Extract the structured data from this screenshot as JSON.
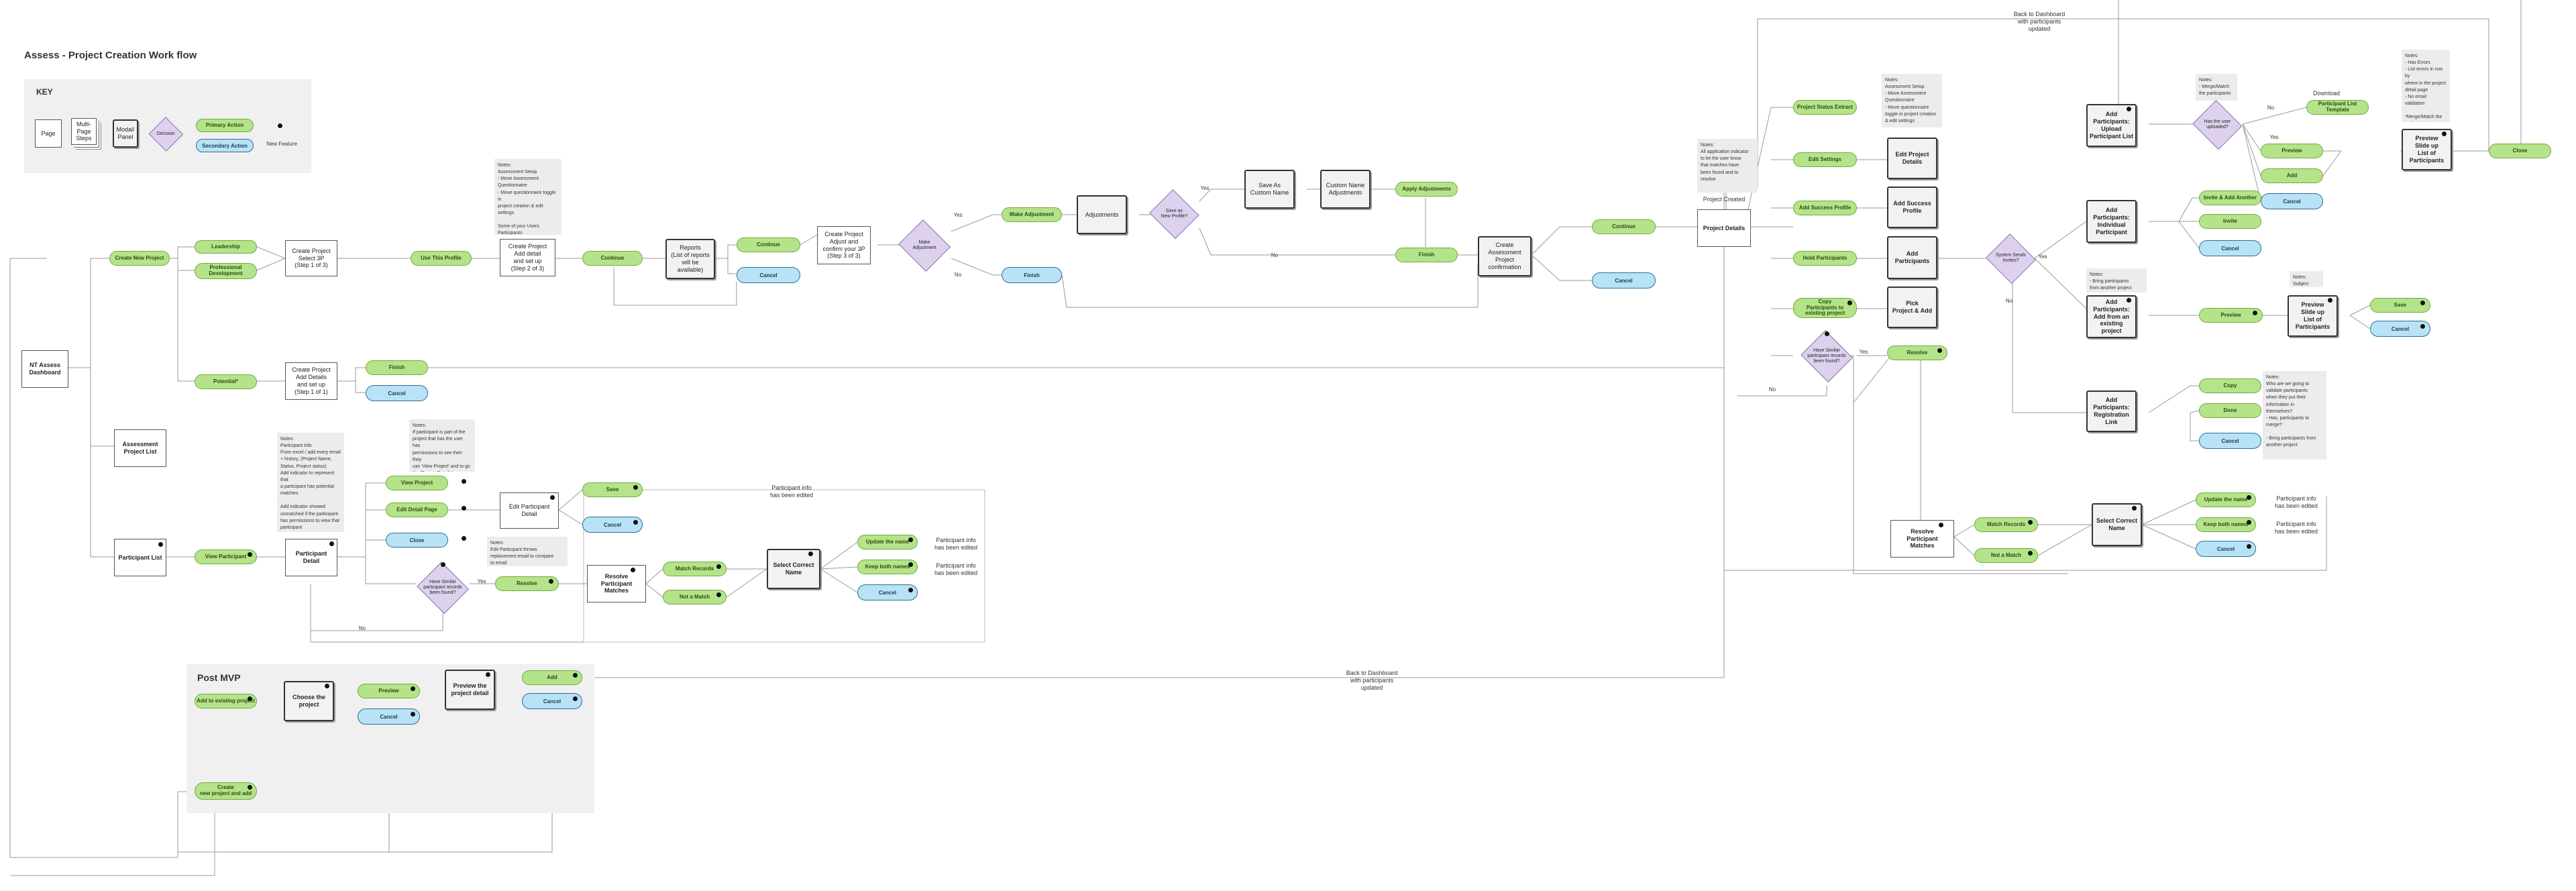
{
  "title": "Assess - Project Creation Work flow",
  "key": {
    "title": "KEY",
    "page": "Page",
    "multi": "Multi-\nPage\nSteps",
    "modal": "Modal/\nPanel",
    "decision": "Decision",
    "primary": "Primary Action",
    "secondary": "Secondary Action",
    "new_feature": "New Feature"
  },
  "post_mvp": {
    "title": "Post MVP"
  },
  "colors": {
    "primary": "#b5e38a",
    "secondary": "#b8e2f5",
    "decision": "#ddd1ee",
    "zone": "#f0f0f0"
  },
  "nodes": {
    "dashboard": "NT Assess\nDashboard",
    "create_new_project": "Create New Project",
    "leadership": "Leadership",
    "professional_dev": "Professional\nDevelopment",
    "potential": "Potential*",
    "create_step1": "Create Project\nSelect 3P\n(Step 1 of 3)",
    "create_add_details": "Create Project\nAdd Details\nand set up\n(Step 1 of 1)",
    "use_profile": "Use This Profile",
    "create_step2": "Create Project\nAdd detail\nand set up\n(Step 2 of 3)",
    "continue_1": "Continue",
    "reports": "Reports\n(List of reports\nwill be available)",
    "continue_2": "Continue",
    "cancel_1": "Cancel",
    "create_step3": "Create Project\nAdjust and\nconfirm your 3P\n(Step 3 of 3)",
    "make_adjust_q": "Make\nAdjustment",
    "make_adjustments": "Make Adjustment",
    "finish_1": "Finish",
    "adjustments": "Adjustments",
    "save_profile_q": "Save as\nNew Profile?",
    "save_custom": "Save As\nCustom Name",
    "custom_adjust": "Custom Name\nAdjustments",
    "apply_adjust": "Apply Adjustments",
    "finish_2": "Finish",
    "create_confirm": "Create\nAssessment\nProject\nconfirmation",
    "continue_3": "Continue",
    "cancel_2": "Cancel",
    "finish_3": "Finish",
    "cancel_3": "Cancel",
    "assess_list": "Assessment\nProject List",
    "participant_list": "Participant List",
    "view_participant": "View Participant",
    "participant_detail": "Participant\nDetail",
    "view_project": "View Project",
    "edit_detail_page": "Edit Detail Page",
    "close_1": "Close",
    "have_similar_q": "Have Similar\nparticipant records\nbeen found?",
    "resolve_1": "Resolve",
    "edit_participant": "Edit Participant\nDetail",
    "save_1": "Save",
    "cancel_4": "Cancel",
    "resolve_matches_1": "Resolve\nParticipant\nMatches",
    "match_records_1": "Match Records",
    "not_match_1": "Not a Match",
    "select_correct_1": "Select Correct\nName",
    "update_name_1": "Update the name",
    "keep_both_1": "Keep both names",
    "cancel_5": "Cancel",
    "project_details": "Project Details",
    "project_created": "Project Created",
    "project_status": "Project Status Extract",
    "edit_settings": "Edit Settings",
    "add_success": "Add Success Profile",
    "hold_participants": "Hold Participants",
    "copy_participants": "Copy\nParticipants to\nexisting project",
    "have_similar_q2": "Have Similar\nparticipant records\nbeen found?",
    "edit_project_details": "Edit Project\nDetails",
    "add_success_profile": "Add Success\nProfile",
    "add_participants": "Add\nParticipants",
    "pick_project": "Pick\nProject & Add",
    "resolve_2": "Resolve",
    "system_sends_q": "System Sends\nInvites?",
    "add_upload": "Add\nParticipants:\nUpload\nParticipant List",
    "has_user_q": "Has the user\nuploaded?",
    "participant_template": "Participant List Template",
    "download": "Download",
    "preview_1": "Preview",
    "add_1": "Add",
    "cancel_6": "Cancel",
    "preview_slide_1": "Preview\nSlide up\nList of\nParticipants",
    "close_2": "Close",
    "add_individual": "Add\nParticipants:\nIndividual\nParticipant",
    "invite_add_another": "Invite & Add Another",
    "invite": "Invite",
    "cancel_7": "Cancel",
    "add_existing": "Add\nParticipants:\nAdd from an\nexisting project",
    "preview_2": "Preview",
    "preview_slide_2": "Preview\nSlide up\nList of\nParticipants",
    "save_2": "Save",
    "cancel_8": "Cancel",
    "add_registration": "Add\nParticipants:\nRegistration Link",
    "copy": "Copy",
    "done": "Done",
    "cancel_9": "Cancel",
    "resolve_matches_2": "Resolve\nParticipant\nMatches",
    "match_records_2": "Match Records",
    "not_match_2": "Not a Match",
    "select_correct_2": "Select Correct\nName",
    "update_name_2": "Update the name",
    "keep_both_2": "Keep both names",
    "cancel_10": "Cancel",
    "add_existing_project": "Add to existing project",
    "choose_project": "Choose the\nproject",
    "preview_3": "Preview",
    "cancel_11": "Cancel",
    "preview_project": "Preview the\nproject detail",
    "add_2": "Add",
    "cancel_12": "Cancel",
    "create_new_add": "Create\nnew project and add"
  },
  "labels": {
    "yes_1": "Yes",
    "no_1": "No",
    "yes_2": "Yes",
    "no_2": "No",
    "yes_3": "Yes",
    "no_3": "No",
    "yes_4": "Yes",
    "no_4": "No",
    "yes_5": "Yes",
    "no_5": "No",
    "yes_6": "Yes",
    "no_6": "No",
    "participant_updated_1": "Participant info\nhas been edited",
    "participant_updated_2": "Participant info\nhas been edited",
    "participant_updated_3": "Participant info\nhas been edited",
    "participant_updated_4": "Participant info\nhas been edited",
    "participant_updated_5": "Participant info\nhas been edited",
    "back_dashboard_1": "Back to Dashboard\nwith participants\nupdated",
    "back_dashboard_2": "Back to Dashboard\nwith participants\nupdated"
  },
  "notes": {
    "n1": "Notes:\nAssessment Setup\n- Move Assessment\n  Questionnaire\n- Move questionnaire toggle in\n  project creation & edit settings\n\nSome of your Users Participants\npanel, participant are choose\nto create a project permission",
    "n2": "Notes:\nParticipant Info\nFrom excel / add every email\n+ history, (Project Name,\nStatus, Project status)\nAdd indicator to represent that\na participant has potential\nmatches\n\nAdd indicator showed\nunmatched if the participant\nhas permissions to view that\nparticipant",
    "n3": "Notes:\nIf participant is part of the\nproject that has the user has\npermissions to see then they\ncan 'View Project' and to go\nthe 'Project Details'",
    "n4": "Notes:\nEdit Participant throws\nreplacement email to compare\nto email",
    "n5": "Notes:\nAll application indicator\nto let the user know\nthat matches have\nbeen found and to\nresolve",
    "n6": "Notes:\nAssessment Setup\n- Move Assessment\n  Questionnaire\n- Move questionnaire\n  toggle in project creation\n  & edit settings",
    "n7": "Notes:\n- Merge/Match\n  the participants",
    "n8": "Notes:\n- Has Errors\n- List errors in row by\n  where in the project\n  detail page\n- No email validation\n\n*Merge/Match the\nparticipants",
    "n9": "Notes:\n- Bring participants\nfrom another project",
    "n10": "Notes:\nSubject",
    "n11": "Notes:\nWho are we going to\nvalidate participants\nwhen they put their\ninformation in\nthemselves?\n- Has, participants to\n  merge?\n\n- Bring participants from\n  another project"
  }
}
